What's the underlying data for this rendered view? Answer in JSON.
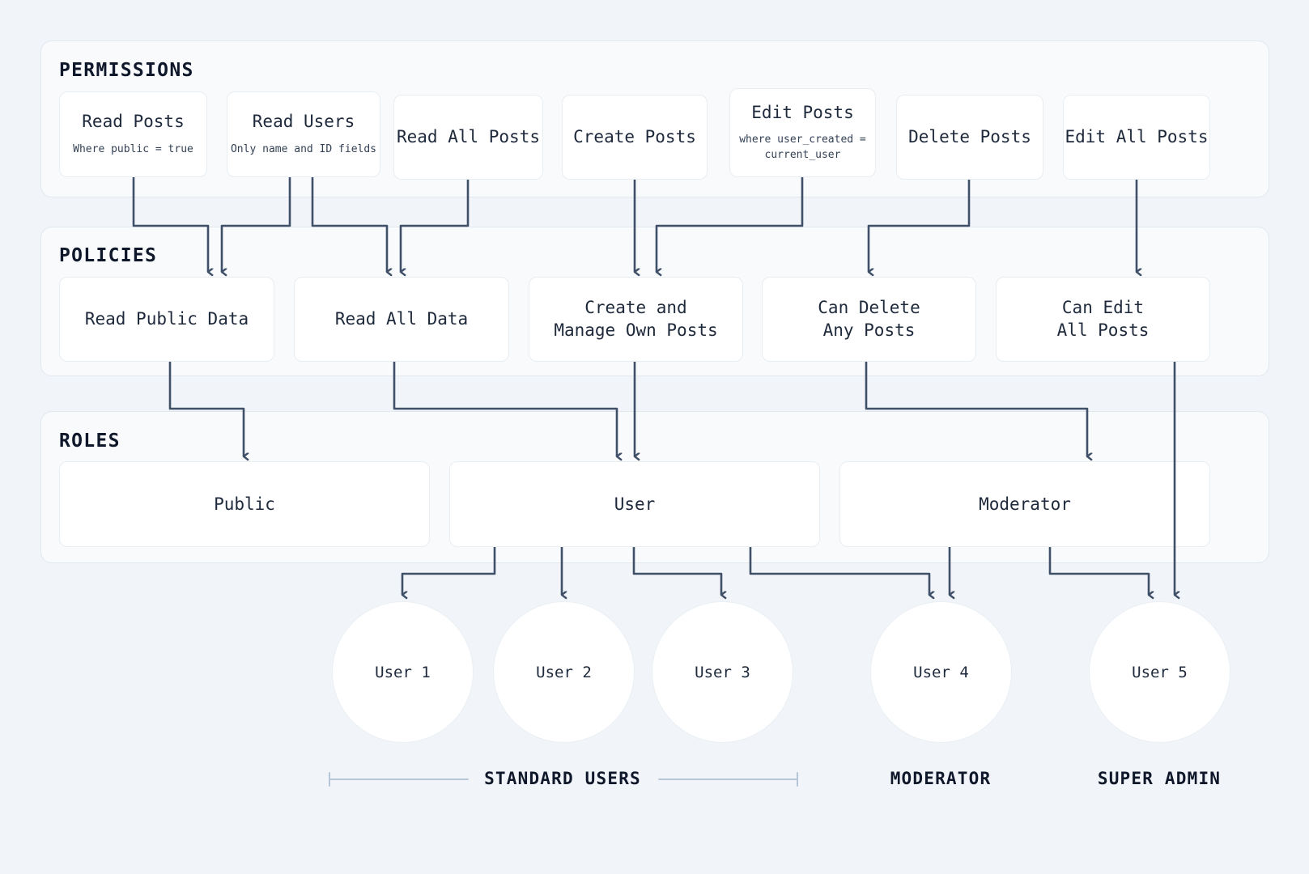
{
  "colors": {
    "page_background": "#f1f5f9",
    "section_background": "#f8fafc",
    "section_border": "#e2e8f0",
    "card_background": "#ffffff",
    "card_border": "#e8edf2",
    "edge": "#3f5068",
    "bracket": "#b6c6d6",
    "text": "#1e293b",
    "heading": "#0f172a"
  },
  "sections": [
    {
      "title": "PERMISSIONS"
    },
    {
      "title": "POLICIES"
    },
    {
      "title": "ROLES"
    }
  ],
  "permissions": [
    {
      "title": "Read Posts",
      "subtitle": "Where public = true"
    },
    {
      "title": "Read Users",
      "subtitle": "Only name and ID fields"
    },
    {
      "title": "Read All Posts",
      "subtitle": ""
    },
    {
      "title": "Create Posts",
      "subtitle": ""
    },
    {
      "title": "Edit Posts",
      "subtitle": "where user_created =\ncurrent_user"
    },
    {
      "title": "Delete Posts",
      "subtitle": ""
    },
    {
      "title": "Edit All Posts",
      "subtitle": ""
    }
  ],
  "policies": [
    {
      "title": "Read Public Data"
    },
    {
      "title": "Read All Data"
    },
    {
      "title": "Create and\nManage Own Posts"
    },
    {
      "title": "Can Delete\nAny Posts"
    },
    {
      "title": "Can Edit\nAll Posts"
    }
  ],
  "roles": [
    {
      "label": "Public"
    },
    {
      "label": "User"
    },
    {
      "label": "Moderator"
    }
  ],
  "users": [
    {
      "label": "User 1"
    },
    {
      "label": "User 2"
    },
    {
      "label": "User 3"
    },
    {
      "label": "User 4"
    },
    {
      "label": "User 5"
    }
  ],
  "group_labels": [
    {
      "label": "STANDARD USERS"
    },
    {
      "label": "MODERATOR"
    },
    {
      "label": "SUPER ADMIN"
    }
  ],
  "chart_data": {
    "type": "diagram",
    "title": "Permissions / Policies / Roles / Users hierarchy",
    "layers": [
      "PERMISSIONS",
      "POLICIES",
      "ROLES",
      "USERS"
    ],
    "edges": [
      {
        "from": "Read Posts",
        "to": "Read Public Data"
      },
      {
        "from": "Read Users",
        "to": "Read Public Data"
      },
      {
        "from": "Read Users",
        "to": "Read All Data"
      },
      {
        "from": "Read All Posts",
        "to": "Read All Data"
      },
      {
        "from": "Create Posts",
        "to": "Create and Manage Own Posts"
      },
      {
        "from": "Edit Posts",
        "to": "Create and Manage Own Posts"
      },
      {
        "from": "Delete Posts",
        "to": "Can Delete Any Posts"
      },
      {
        "from": "Edit All Posts",
        "to": "Can Edit All Posts"
      },
      {
        "from": "Read Public Data",
        "to": "Public"
      },
      {
        "from": "Read All Data",
        "to": "User"
      },
      {
        "from": "Create and Manage Own Posts",
        "to": "User"
      },
      {
        "from": "Can Delete Any Posts",
        "to": "Moderator"
      },
      {
        "from": "Can Edit All Posts",
        "to": "User 5"
      },
      {
        "from": "Public",
        "to": "User 1"
      },
      {
        "from": "User",
        "to": "User 1"
      },
      {
        "from": "User",
        "to": "User 2"
      },
      {
        "from": "User",
        "to": "User 3"
      },
      {
        "from": "User",
        "to": "User 4"
      },
      {
        "from": "Moderator",
        "to": "User 4"
      },
      {
        "from": "Moderator",
        "to": "User 5"
      }
    ]
  }
}
